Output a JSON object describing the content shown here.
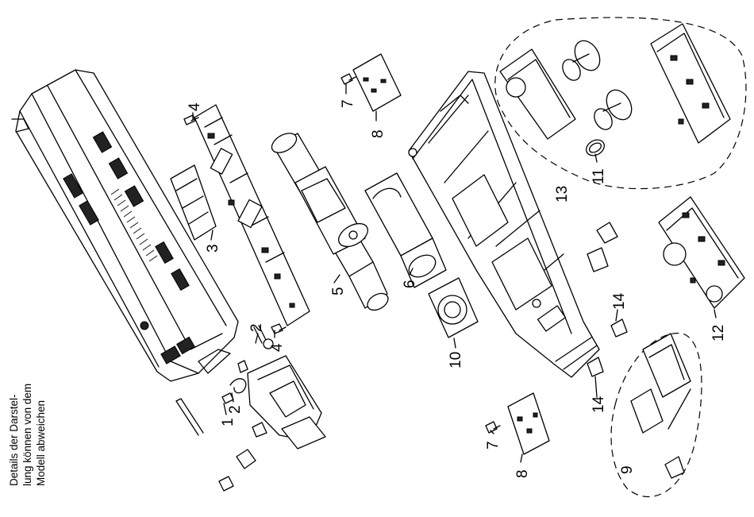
{
  "note": {
    "line1": "Details der Darstel-",
    "line2": "lung können von dem",
    "line3": "Modell abweichen"
  },
  "part_numbers": {
    "p1": "1",
    "p2a": "2",
    "p2b": "2",
    "p3": "3",
    "p4a": "4",
    "p4b": "4",
    "p5": "5",
    "p6": "6",
    "p7a": "7",
    "p7b": "7",
    "p8a": "8",
    "p8b": "8",
    "p9": "9",
    "p10": "10",
    "p11": "11",
    "p12": "12",
    "p13": "13",
    "p14a": "14",
    "p14b": "14"
  },
  "colors": {
    "line": "#000000",
    "background": "#ffffff"
  }
}
